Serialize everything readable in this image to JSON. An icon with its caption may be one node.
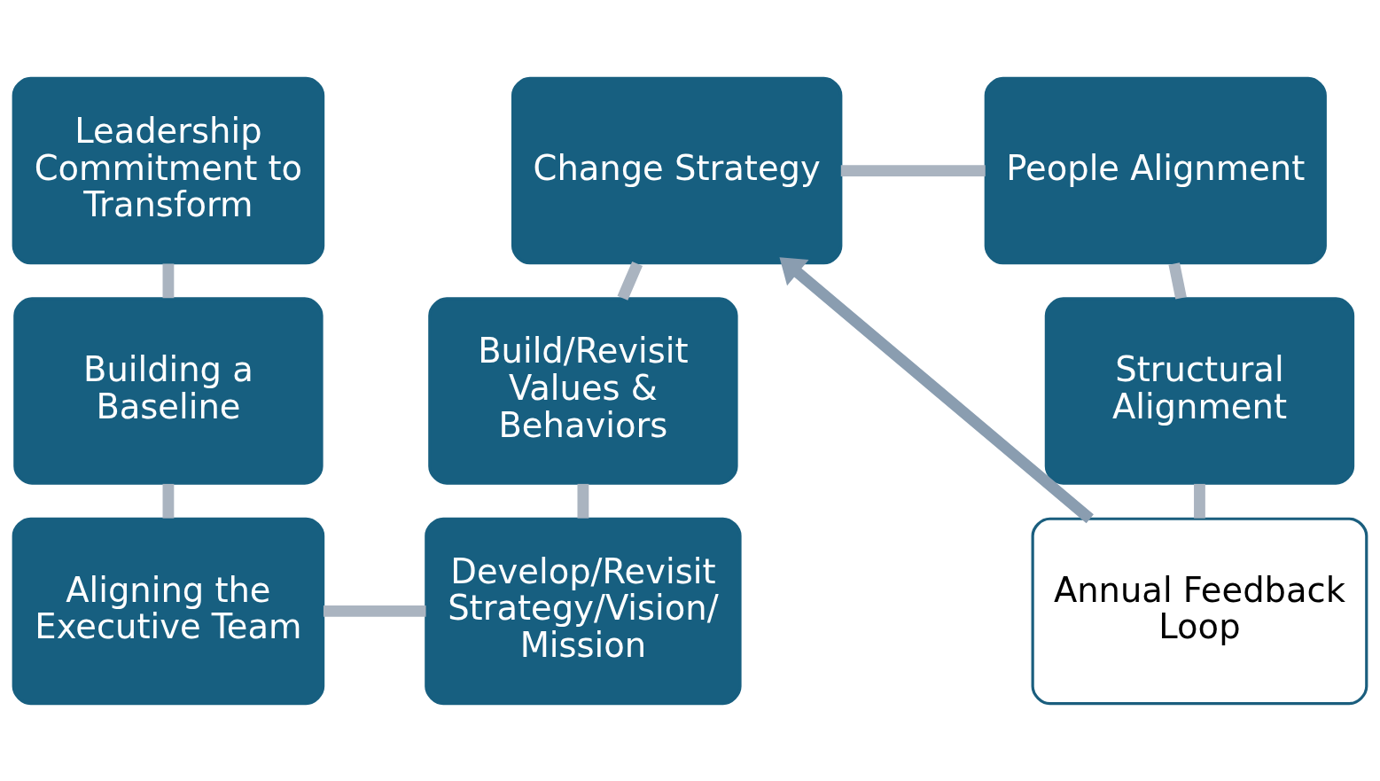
{
  "diagram": {
    "nodes": [
      {
        "text": [
          "Leadership Commitment to Transform"
        ]
      },
      {
        "text": [
          "Change Strategy"
        ]
      },
      {
        "text": [
          "People Alignment"
        ]
      },
      {
        "text": [
          "Building a Baseline"
        ]
      },
      {
        "text": [
          "Build/Revisit Values & Behaviors"
        ]
      },
      {
        "text": [
          "Structural Alignment"
        ]
      },
      {
        "text": [
          "Aligning the Executive Team"
        ]
      },
      {
        "text": [
          "Develop/Revisit Strategy/Vision/ Mission"
        ]
      },
      {
        "text": [
          "Annual Feedback Loop"
        ]
      }
    ],
    "edges": [
      {
        "from": 0,
        "to": 3,
        "arrow": "none"
      },
      {
        "from": 3,
        "to": 6,
        "arrow": "none"
      },
      {
        "from": 6,
        "to": 7,
        "arrow": "none"
      },
      {
        "from": 7,
        "to": 4,
        "arrow": "none"
      },
      {
        "from": 4,
        "to": 1,
        "arrow": "none"
      },
      {
        "from": 1,
        "to": 2,
        "arrow": "none"
      },
      {
        "from": 2,
        "to": 5,
        "arrow": "none"
      },
      {
        "from": 5,
        "to": 8,
        "arrow": "none"
      },
      {
        "from": 8,
        "to": 1,
        "arrow": "to",
        "color": "#8a9db0"
      }
    ]
  }
}
